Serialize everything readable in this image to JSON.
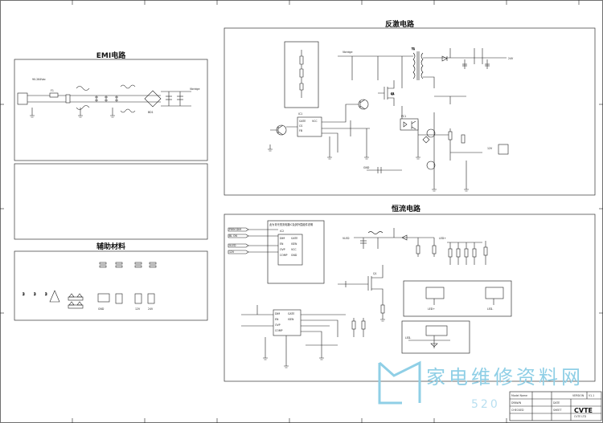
{
  "sections": {
    "emi": {
      "title": "EMI电路"
    },
    "flyback": {
      "title": "反激电路"
    },
    "constant_current": {
      "title": "恒流电路"
    },
    "aux": {
      "title": "辅助材料"
    }
  },
  "notes": {
    "cc_subtitle": "此为背光恒流电路IC及其外围组件说明"
  },
  "labels": {
    "input_ac": "90-264Vac",
    "fuse": "F1",
    "bridge": "BD1",
    "vbridge": "Vbridge",
    "vcc": "VCC",
    "v12": "12V",
    "v24": "24V",
    "gnd": "GND",
    "led_plus": "LED+",
    "led_minus": "LED-",
    "pwm_dim": "PWM DIM",
    "bl_on": "BL ON",
    "vled": "VLED",
    "ic_flyback": "IC1",
    "ic_cc": "IC2",
    "optocoupler": "PC1",
    "transformer": "T1",
    "mosfet": "Q1",
    "pin_gate": "GATE",
    "pin_cs": "CS",
    "pin_fb": "FB",
    "pin_comp": "COMP",
    "pin_dim": "DIM",
    "pin_en": "EN",
    "pin_ovp": "OVP",
    "pin_isen": "ISEN"
  },
  "title_block": {
    "model_name_label": "Model Name",
    "model_name_value": "",
    "version_label": "VERSION",
    "version_value": "V1.1",
    "drawn_label": "DRAWN",
    "checked_label": "CHECKED",
    "date_label": "DATE",
    "sheet_label": "SHEET",
    "logo": "CVTE",
    "logo_sub": "CVTE LTD"
  },
  "watermark": {
    "text": "家电维修资料网",
    "url": "520"
  }
}
